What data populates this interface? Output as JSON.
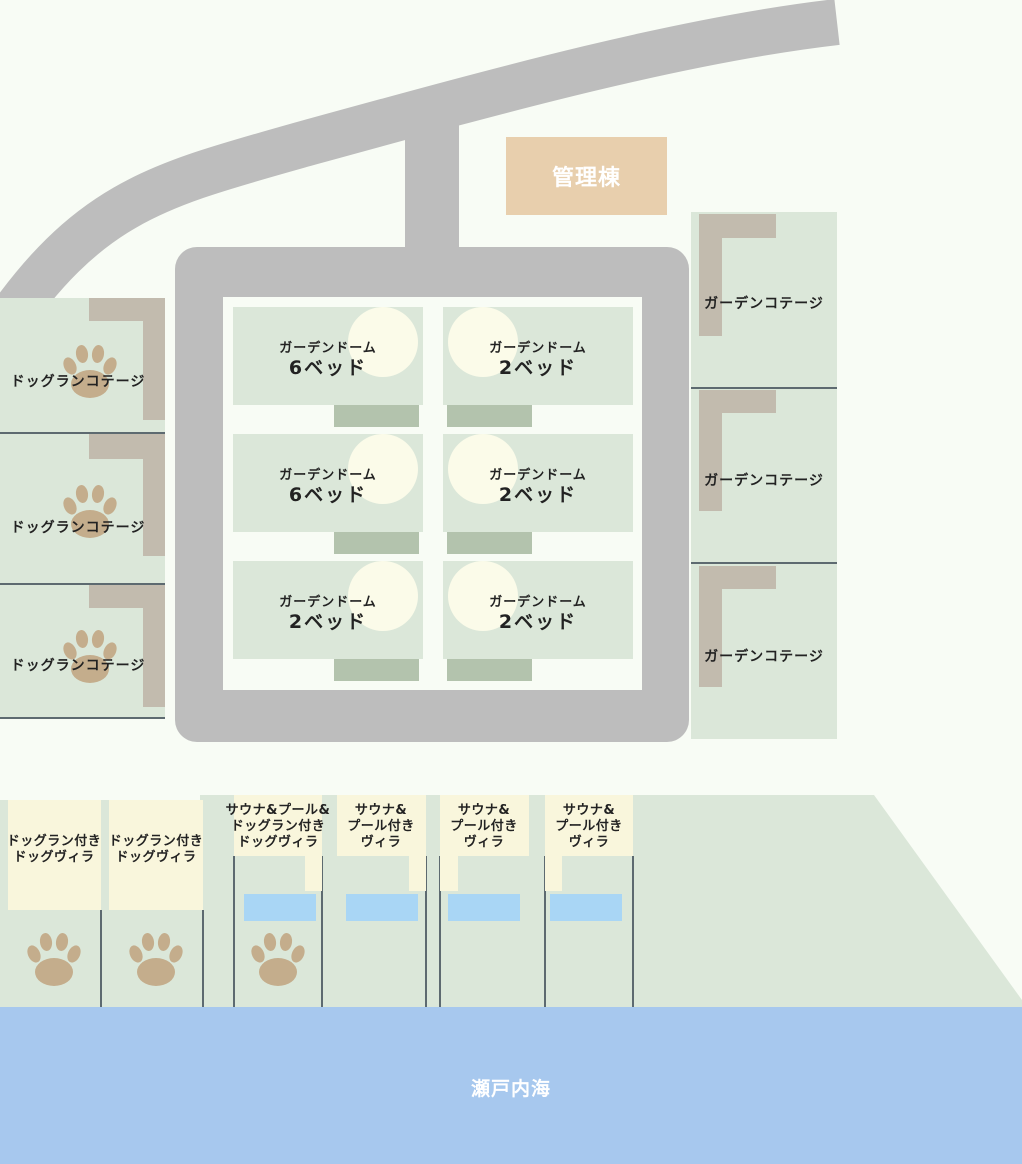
{
  "map": {
    "management_building": "管理棟",
    "sea": "瀬戸内海",
    "domes": [
      {
        "name": "ガーデンドーム",
        "beds": "6ベッド"
      },
      {
        "name": "ガーデンドーム",
        "beds": "2ベッド"
      },
      {
        "name": "ガーデンドーム",
        "beds": "6ベッド"
      },
      {
        "name": "ガーデンドーム",
        "beds": "2ベッド"
      },
      {
        "name": "ガーデンドーム",
        "beds": "2ベッド"
      },
      {
        "name": "ガーデンドーム",
        "beds": "2ベッド"
      }
    ],
    "garden_cottages": [
      "ガーデンコテージ",
      "ガーデンコテージ",
      "ガーデンコテージ"
    ],
    "dogrun_cottages": [
      "ドッグランコテージ",
      "ドッグランコテージ",
      "ドッグランコテージ"
    ],
    "villas": [
      {
        "line1": "ドッグラン付き",
        "line2": "ドッグヴィラ",
        "line3": ""
      },
      {
        "line1": "ドッグラン付き",
        "line2": "ドッグヴィラ",
        "line3": ""
      },
      {
        "line1": "サウナ&プール&",
        "line2": "ドッグラン付き",
        "line3": "ドッグヴィラ"
      },
      {
        "line1": "サウナ&",
        "line2": "プール付き",
        "line3": "ヴィラ"
      },
      {
        "line1": "サウナ&",
        "line2": "プール付き",
        "line3": "ヴィラ"
      },
      {
        "line1": "サウナ&",
        "line2": "プール付き",
        "line3": "ヴィラ"
      }
    ],
    "colors": {
      "background": "#f8fcf5",
      "road": "#bdbdbd",
      "lot": "#dbe7d9",
      "parking": "#b3c3ad",
      "building": "#c2bbae",
      "moon": "#fbfbe9",
      "villa": "#f9f6dc",
      "pool": "#a9d6f5",
      "paw": "#c4ad8c",
      "sea": "#a7c8ee",
      "management": "#e8cfad"
    },
    "icons": [
      "paw-icon"
    ]
  }
}
